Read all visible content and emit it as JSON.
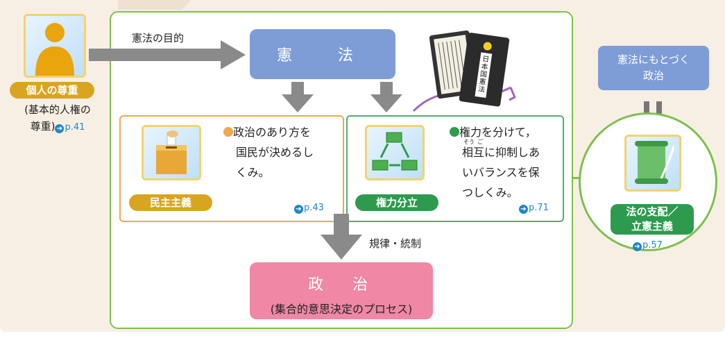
{
  "left": {
    "pill": "個人の尊重",
    "note_line1": "(基本的人権の",
    "note_line2": "尊重)",
    "ref": "p.41"
  },
  "arrow_label": "憲法の目的",
  "kenpo": {
    "title": "憲　法"
  },
  "book": {
    "label": "日本国憲法"
  },
  "minshu": {
    "line1": "政治のあり方を",
    "line2": "国民が決めるし",
    "line3": "くみ。",
    "pill": "民主主義",
    "ref": "p.43"
  },
  "kenryoku": {
    "line1": "権力を分けて，",
    "line2": "相互に抑制しあ",
    "line3": "いバランスを保",
    "line4": "つしくみ。",
    "ruby1": "そう",
    "ruby2": "ご",
    "pill": "権力分立",
    "ref": "p.71"
  },
  "kiritsu_label": "規律・統制",
  "seiji": {
    "title": "政　治",
    "subtitle": "(集合的意思決定のプロセス)"
  },
  "side": {
    "box_line1": "憲法にもとづく",
    "box_line2": "政治",
    "pill_line1": "法の支配／",
    "pill_line2": "立憲主義",
    "ref": "p.57"
  },
  "colors": {
    "accent_green": "#7cc04c",
    "kenpo_blue": "#7e9dd6",
    "seiji_pink": "#ef87a5",
    "orange": "#f0a84a",
    "pill_gold": "#d9a520",
    "pill_green": "#2e9a4e"
  }
}
